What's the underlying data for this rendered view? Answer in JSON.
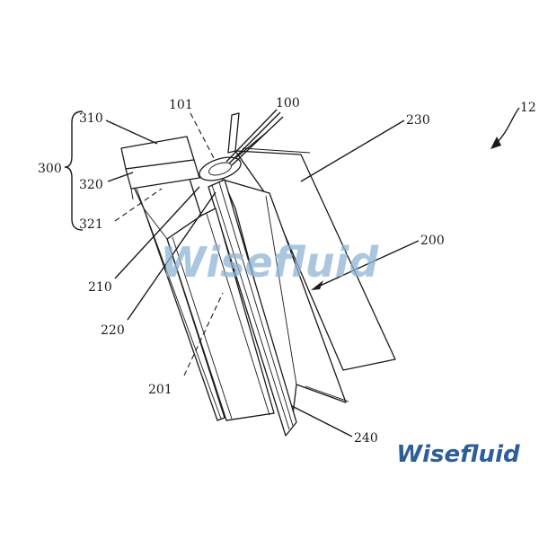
{
  "labels": {
    "ref_12": "12",
    "ref_100": "100",
    "ref_101": "101",
    "ref_230": "230",
    "ref_300": "300",
    "ref_310": "310",
    "ref_320": "320",
    "ref_321": "321",
    "ref_200": "200",
    "ref_210": "210",
    "ref_220": "220",
    "ref_201": "201",
    "ref_240": "240"
  },
  "watermark": {
    "center_text": "Wisefluid",
    "corner_text": "Wisefluid",
    "center_color": "#8fb4d6",
    "corner_color": "#2c5f9a"
  },
  "colors": {
    "line": "#1a1a1a",
    "background": "#ffffff"
  }
}
